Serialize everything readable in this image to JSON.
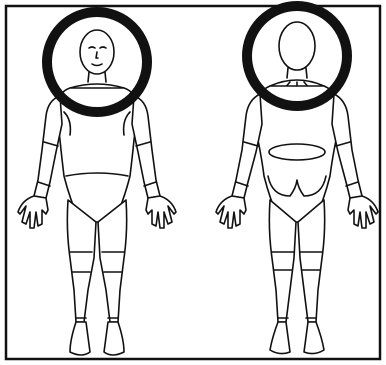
{
  "figure": {
    "views": [
      "front",
      "back"
    ],
    "highlight_region": "head-and-neck",
    "colors": {
      "background": "#ffffff",
      "line": "#111111",
      "ring": "#111111"
    }
  }
}
